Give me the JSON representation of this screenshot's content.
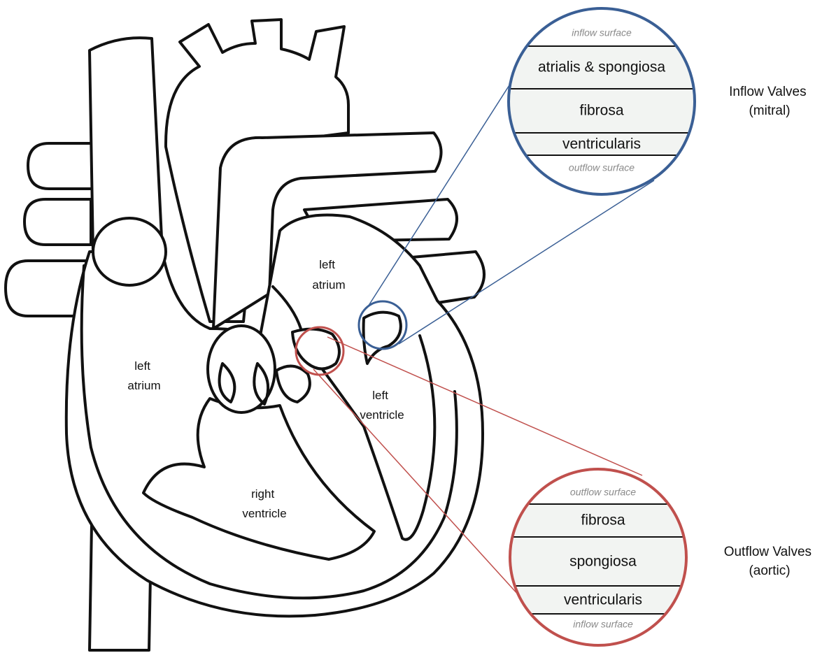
{
  "chambers": {
    "left_atrium_upper": [
      "left",
      "atrium"
    ],
    "left_atrium_side": [
      "left",
      "atrium"
    ],
    "left_ventricle": [
      "left",
      "ventricle"
    ],
    "right_ventricle": [
      "right",
      "ventricle"
    ]
  },
  "inflow": {
    "title_line1": "Inflow Valves",
    "title_line2": "(mitral)",
    "color": "#3a5f95",
    "surface_top": "inflow surface",
    "layers": [
      "atrialis & spongiosa",
      "fibrosa",
      "ventricularis"
    ],
    "surface_bottom": "outflow surface"
  },
  "outflow": {
    "title_line1": "Outflow Valves",
    "title_line2": "(aortic)",
    "color": "#c0504d",
    "surface_top": "outflow surface",
    "layers": [
      "fibrosa",
      "spongiosa",
      "ventricularis"
    ],
    "surface_bottom": "inflow surface"
  }
}
